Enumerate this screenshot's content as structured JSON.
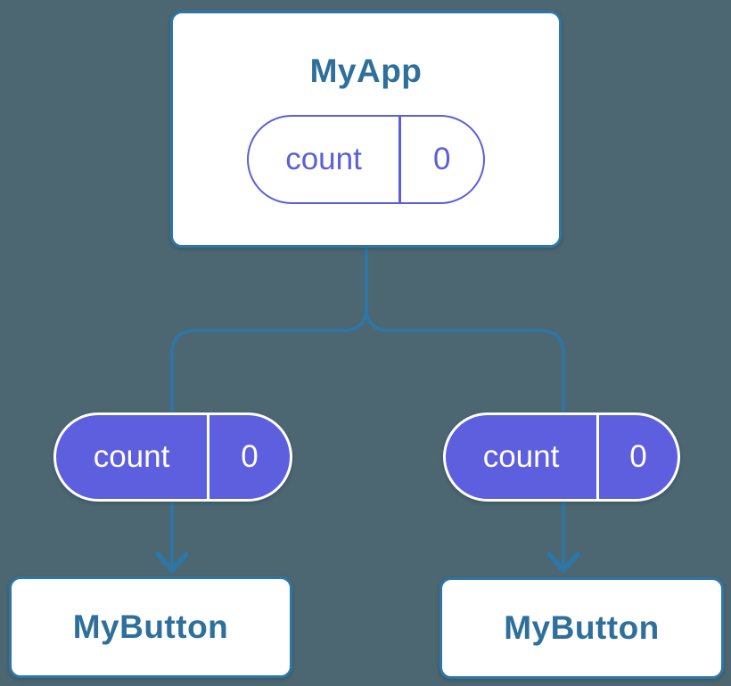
{
  "diagram": {
    "description": "React component tree diagram showing state shared via props",
    "colors": {
      "bg": "#4C6772",
      "line": "#2D76A8",
      "text": "#2E6F9B",
      "purple": "#5E5FDE",
      "purpleOutline": "#5A5FDB"
    },
    "root": {
      "title": "MyApp",
      "state": {
        "name": "count",
        "value": "0"
      }
    },
    "children": [
      {
        "title": "MyButton",
        "state": {
          "name": "count",
          "value": "0"
        }
      },
      {
        "title": "MyButton",
        "state": {
          "name": "count",
          "value": "0"
        }
      }
    ]
  }
}
